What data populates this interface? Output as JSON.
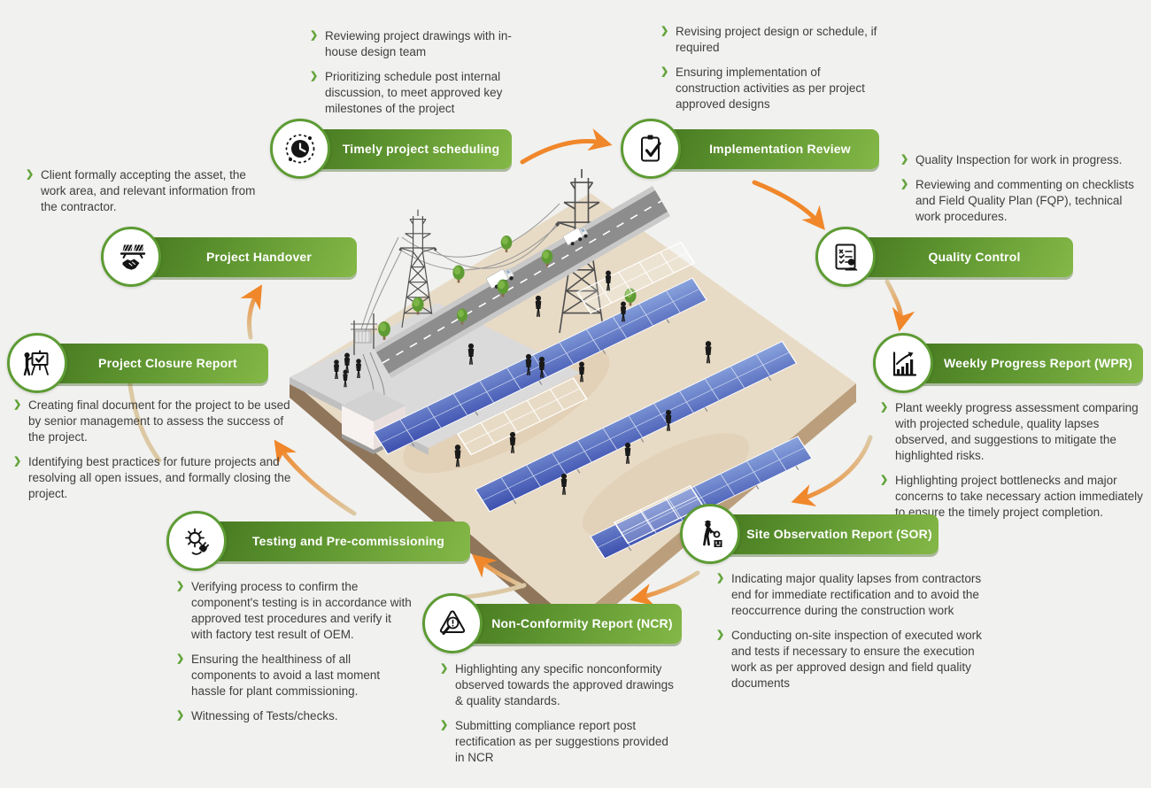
{
  "colors": {
    "background": "#f1f1ef",
    "banner_green_dark": "#44761f",
    "banner_green_light": "#84b847",
    "circle_border": "#5d9b33",
    "arrow_orange": "#f0872a",
    "arc_tan": "#dcc9a4",
    "bullet_chevron": "#61a339",
    "body_text": "#3e3e3e",
    "panel_blue_dark": "#3c4fae",
    "panel_blue_light": "#8aa4dd"
  },
  "stages": [
    {
      "id": "timely-project-scheduling",
      "label": "Timely project scheduling",
      "icon": "clock-icon",
      "bullets": [
        "Reviewing project drawings with in-house design team",
        "Prioritizing schedule post internal discussion, to meet approved key milestones of the project"
      ]
    },
    {
      "id": "implementation-review",
      "label": "Implementation Review",
      "icon": "clipboard-check-icon",
      "bullets": [
        "Revising project design or schedule, if required",
        "Ensuring implementation of construction activities as per project approved designs"
      ]
    },
    {
      "id": "quality-control",
      "label": "Quality Control",
      "icon": "checklist-person-icon",
      "bullets": [
        "Quality Inspection for work in progress.",
        "Reviewing and commenting on checklists and Field Quality Plan (FQP), technical work procedures."
      ]
    },
    {
      "id": "weekly-progress-report",
      "label": "Weekly Progress Report (WPR)",
      "icon": "bar-chart-icon",
      "bullets": [
        "Plant weekly progress assessment comparing with projected schedule, quality lapses observed, and suggestions to mitigate the highlighted risks.",
        "Highlighting project bottlenecks and major concerns to take necessary action immediately to ensure the timely project completion."
      ]
    },
    {
      "id": "site-observation-report",
      "label": "Site Observation Report (SOR)",
      "icon": "site-inspector-icon",
      "bullets": [
        "Indicating major quality lapses from contractors end for immediate rectification and to avoid the reoccurrence during the construction work",
        "Conducting on-site inspection of executed work and tests if necessary to ensure the execution work as per approved design and field quality documents"
      ]
    },
    {
      "id": "non-conformity-report",
      "label": "Non-Conformity Report (NCR)",
      "icon": "warning-magnifier-icon",
      "bullets": [
        "Highlighting any specific nonconformity observed towards the approved drawings & quality standards.",
        "Submitting compliance report post rectification as per suggestions provided in NCR"
      ]
    },
    {
      "id": "testing-and-pre-commissioning",
      "label": "Testing and Pre-commissioning",
      "icon": "sun-plug-icon",
      "bullets": [
        "Verifying process to confirm the component's testing is in accordance with approved test procedures and verify it with factory test result of OEM.",
        "Ensuring the healthiness of all components to avoid a last moment hassle for plant commissioning.",
        "Witnessing of Tests/checks."
      ]
    },
    {
      "id": "project-closure-report",
      "label": "Project Closure Report",
      "icon": "presentation-icon",
      "bullets": [
        "Creating final document for the project to be used by senior management to assess the success of the project.",
        "Identifying best practices for future projects and resolving all open issues, and formally closing the project."
      ]
    },
    {
      "id": "project-handover",
      "label": "Project Handover",
      "icon": "handshake-panel-icon",
      "bullets": [
        "Client formally accepting the asset, the work area, and relevant information from the contractor."
      ]
    }
  ],
  "illustration": {
    "name": "solar-plant-construction-site",
    "elements": [
      "transmission-towers",
      "power-lines",
      "road",
      "trucks",
      "trees",
      "solar-panel-rows",
      "panel-mounting-frames",
      "inverter-building",
      "substation-gantry",
      "workers",
      "site-platform"
    ]
  }
}
